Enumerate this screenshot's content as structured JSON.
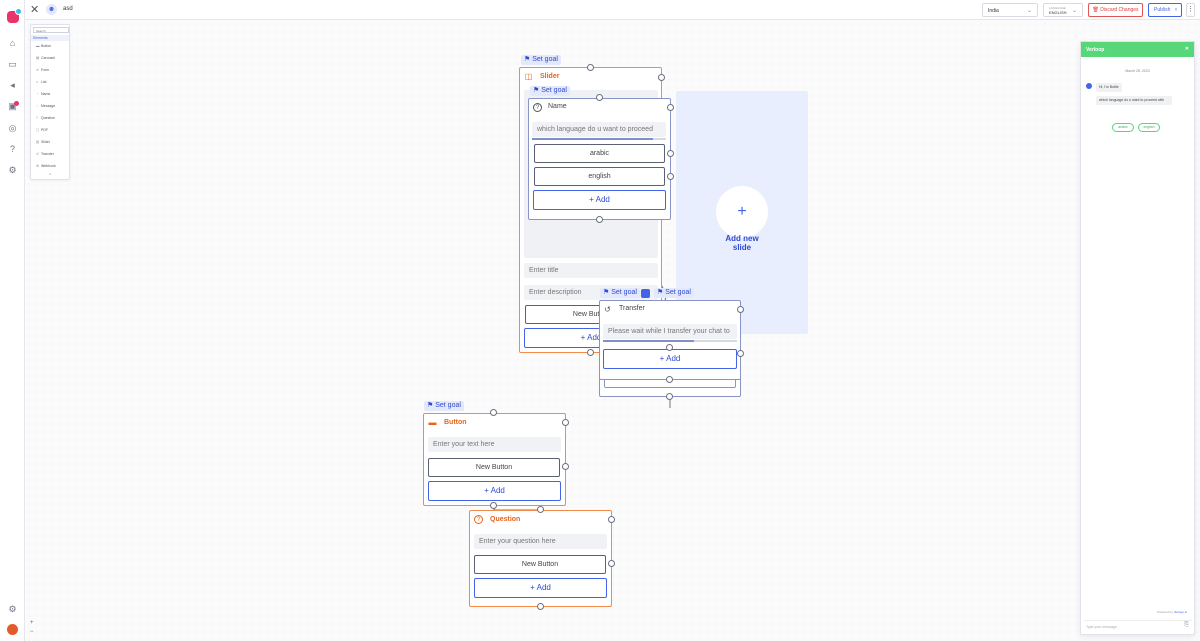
{
  "topbar": {
    "bot_icon": "bot-icon",
    "bot_name": "asd",
    "country": "India",
    "language_label": "LANGUAGE",
    "language_value": "ENGLISH",
    "discard_label": "Discard Changes",
    "publish_label": "Publish",
    "more": "⋮"
  },
  "elements_panel": {
    "search_placeholder": "Search",
    "header": "Elements",
    "items": [
      {
        "icon": "button-icon",
        "label": "Button"
      },
      {
        "icon": "carousel-icon",
        "label": "Carousel"
      },
      {
        "icon": "form-icon",
        "label": "Form"
      },
      {
        "icon": "list-icon",
        "label": "List"
      },
      {
        "icon": "name-icon",
        "label": "Name"
      },
      {
        "icon": "message-icon",
        "label": "Message"
      },
      {
        "icon": "question-icon",
        "label": "Question"
      },
      {
        "icon": "file-icon",
        "label": "PDF"
      },
      {
        "icon": "slider-icon",
        "label": "Slider"
      },
      {
        "icon": "transfer-icon",
        "label": "Transfer"
      },
      {
        "icon": "webhook-icon",
        "label": "Webhook"
      }
    ]
  },
  "zoom": {
    "in": "+",
    "out": "−"
  },
  "set_goal": "Set goal",
  "slider_node": {
    "title": "Slider",
    "title_placeholder": "Enter title",
    "description_placeholder": "Enter description",
    "button_label": "New Button",
    "add_label": "Add"
  },
  "name_node": {
    "title": "Name",
    "question": "which language do u want to proceed",
    "options": [
      "arabic",
      "english"
    ],
    "add_label": "Add"
  },
  "add_slide": {
    "plus": "+",
    "line1": "Add new",
    "line2": "slide"
  },
  "transfer_node": {
    "title": "Transfer",
    "message": "Please wait while I transfer your chat to",
    "progress": 0.68,
    "add_label": "Add"
  },
  "button_node": {
    "title": "Button",
    "text_placeholder": "Enter your text here",
    "button_label": "New Button",
    "add_label": "Add"
  },
  "question_node": {
    "title": "Question",
    "question_placeholder": "Enter your question here",
    "button_label": "New Button",
    "add_label": "Add"
  },
  "chat_preview": {
    "title": "Verloop",
    "date": "March 28, 2023",
    "greeting": "Hi, I'm Botile",
    "question": "which language do u want to proceed with",
    "chips": [
      "arabic",
      "english"
    ],
    "powered_by": "Powered by",
    "brand": "Verloop.io",
    "input_placeholder": "Type your message..."
  },
  "colors": {
    "accent": "#4364e8",
    "node_orange": "#f28a4a",
    "chat_green": "#57d67a",
    "discard_red": "#e03a3a"
  }
}
